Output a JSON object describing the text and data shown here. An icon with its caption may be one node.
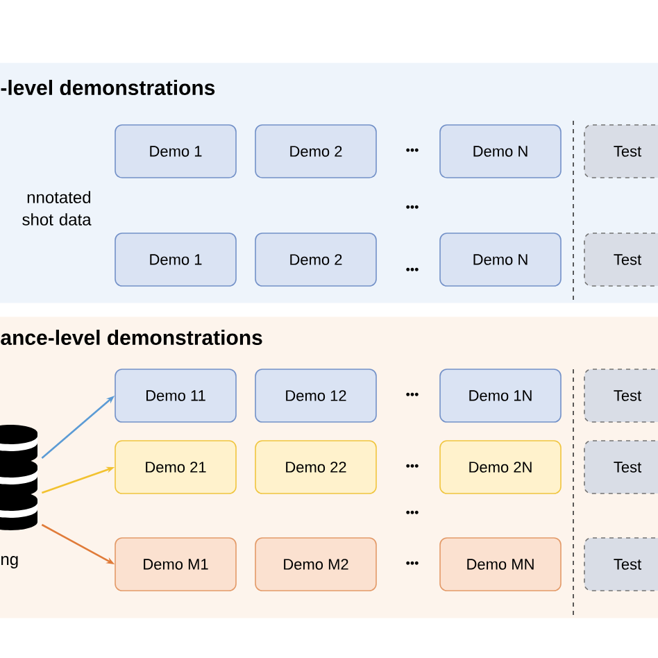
{
  "diagram": {
    "nodes": [
      {
        "text": [
          "-level demonstrations"
        ]
      },
      {
        "text": [
          "Demo 1"
        ],
        "in": 0
      },
      {
        "text": [
          "Demo 2"
        ],
        "in": 0
      },
      {
        "text": [
          "Demo N"
        ],
        "in": 0
      },
      {
        "text": [
          "Test"
        ],
        "in": 0
      },
      {
        "text": [
          "Demo 1"
        ],
        "in": 0
      },
      {
        "text": [
          "Demo 2"
        ],
        "in": 0
      },
      {
        "text": [
          "Demo N"
        ],
        "in": 0
      },
      {
        "text": [
          "Test"
        ],
        "in": 0
      },
      {
        "text": [
          "ance-level demonstrations"
        ]
      },
      {
        "text": [],
        "shape": "cylinder",
        "beside": [
          "ng"
        ],
        "in": 9
      },
      {
        "text": [
          "Demo 11"
        ],
        "in": 9
      },
      {
        "text": [
          "Demo 12"
        ],
        "in": 9
      },
      {
        "text": [
          "Demo 1N"
        ],
        "in": 9
      },
      {
        "text": [
          "Test"
        ],
        "in": 9
      },
      {
        "text": [
          "Demo 21"
        ],
        "in": 9
      },
      {
        "text": [
          "Demo 22"
        ],
        "in": 9
      },
      {
        "text": [
          "Demo 2N"
        ],
        "in": 9
      },
      {
        "text": [
          "Test"
        ],
        "in": 9
      },
      {
        "text": [
          "Demo M1"
        ],
        "in": 9
      },
      {
        "text": [
          "Demo M2"
        ],
        "in": 9
      },
      {
        "text": [
          "Demo MN"
        ],
        "in": 9
      },
      {
        "text": [
          "Test"
        ],
        "in": 9
      }
    ],
    "edges": [
      {
        "from": 10,
        "to": 11,
        "arrow": "to",
        "color": "#5b9bd5"
      },
      {
        "from": 10,
        "to": 15,
        "arrow": "to",
        "color": "#f2c230"
      },
      {
        "from": 10,
        "to": 19,
        "arrow": "to",
        "color": "#e07b39"
      }
    ],
    "labels": [
      "•••",
      "nnotated shot data",
      "•••",
      "•••",
      "•••",
      "•••",
      "•••",
      "•••"
    ]
  }
}
